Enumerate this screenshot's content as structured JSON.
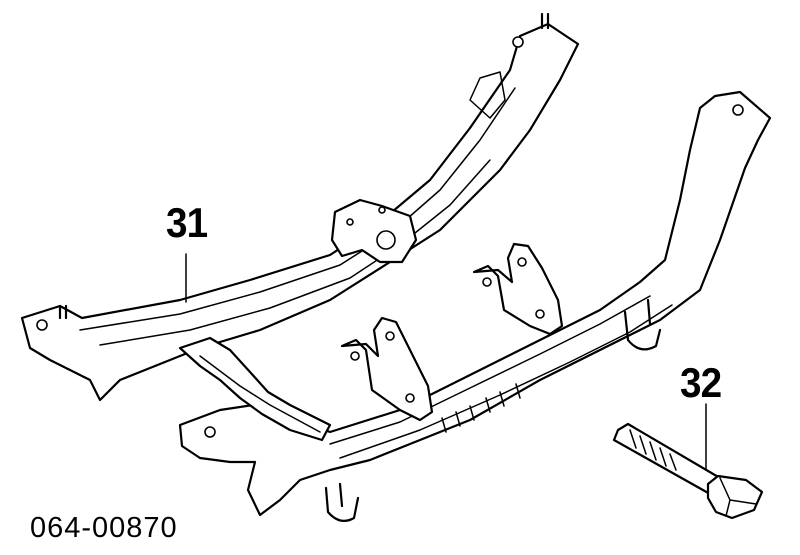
{
  "diagram": {
    "callouts": [
      {
        "id": "31",
        "label": "31"
      },
      {
        "id": "32",
        "label": "32"
      }
    ],
    "reference_number": "064-00870"
  }
}
